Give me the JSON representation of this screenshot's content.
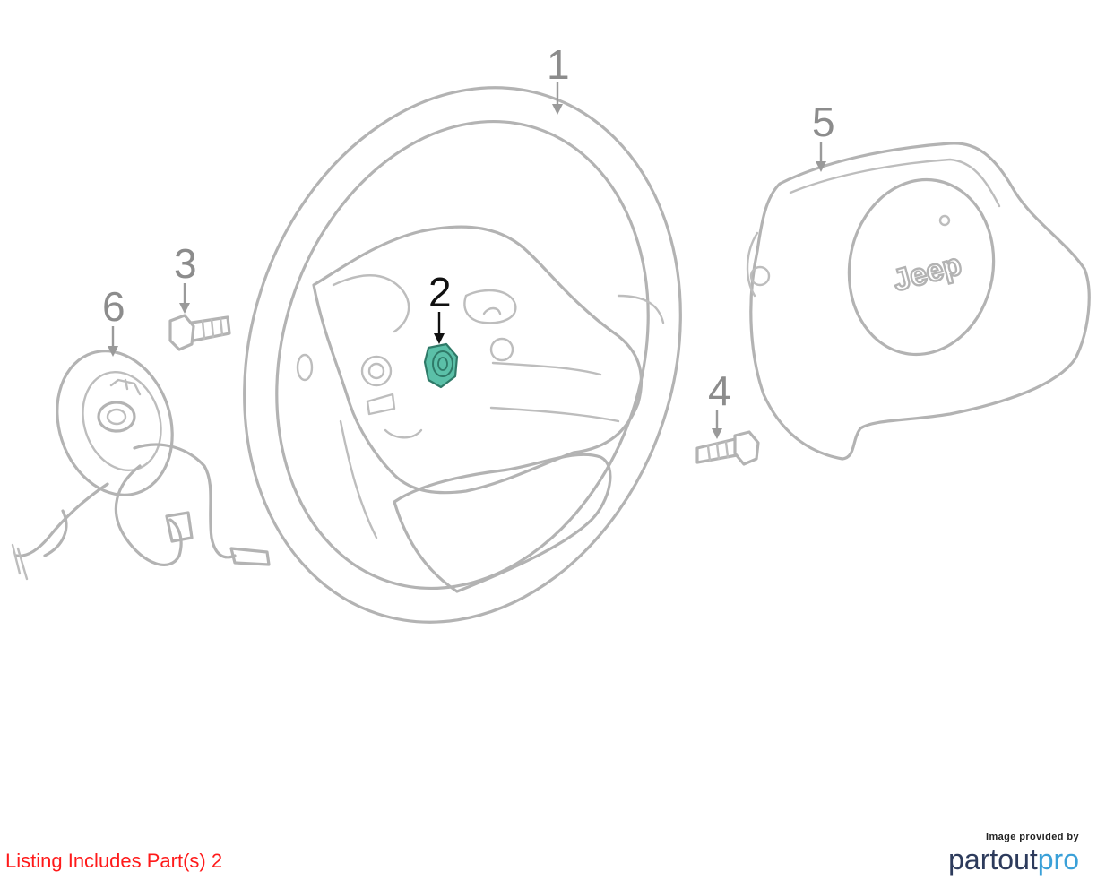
{
  "colors": {
    "highlight": "#5bc0a8",
    "part_stroke": "#b3b3b3",
    "active_callout": "#111111",
    "inactive_callout": "#8c8c8c",
    "listing_text": "#ff1a1a",
    "brand_dark": "#2d3b5c",
    "brand_light": "#3aa0d8"
  },
  "callouts": {
    "c1": "1",
    "c2": "2",
    "c3": "3",
    "c4": "4",
    "c5": "5",
    "c6": "6"
  },
  "airbag_logo_text": "Jeep",
  "listing_text": "Listing Includes Part(s) 2",
  "brand": {
    "credit": "Image provided by",
    "name_part1": "partout",
    "name_part2": "pro"
  }
}
